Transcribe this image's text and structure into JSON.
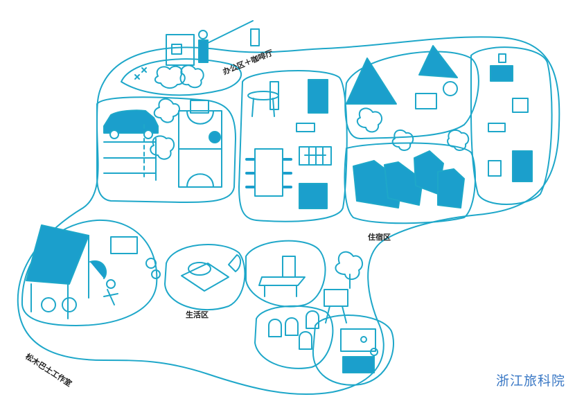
{
  "zones": {
    "office_cafe": "办公区＋咖啡厅",
    "living": "生活区",
    "accommodation": "住宿区",
    "pine_bus_studio": "松木巴士工作室"
  },
  "watermark": "浙江旅科院",
  "colors": {
    "line": "#1ea7c9",
    "fill": "#1b9fcc",
    "text": "#222222",
    "watermark": "#3a78c5"
  }
}
